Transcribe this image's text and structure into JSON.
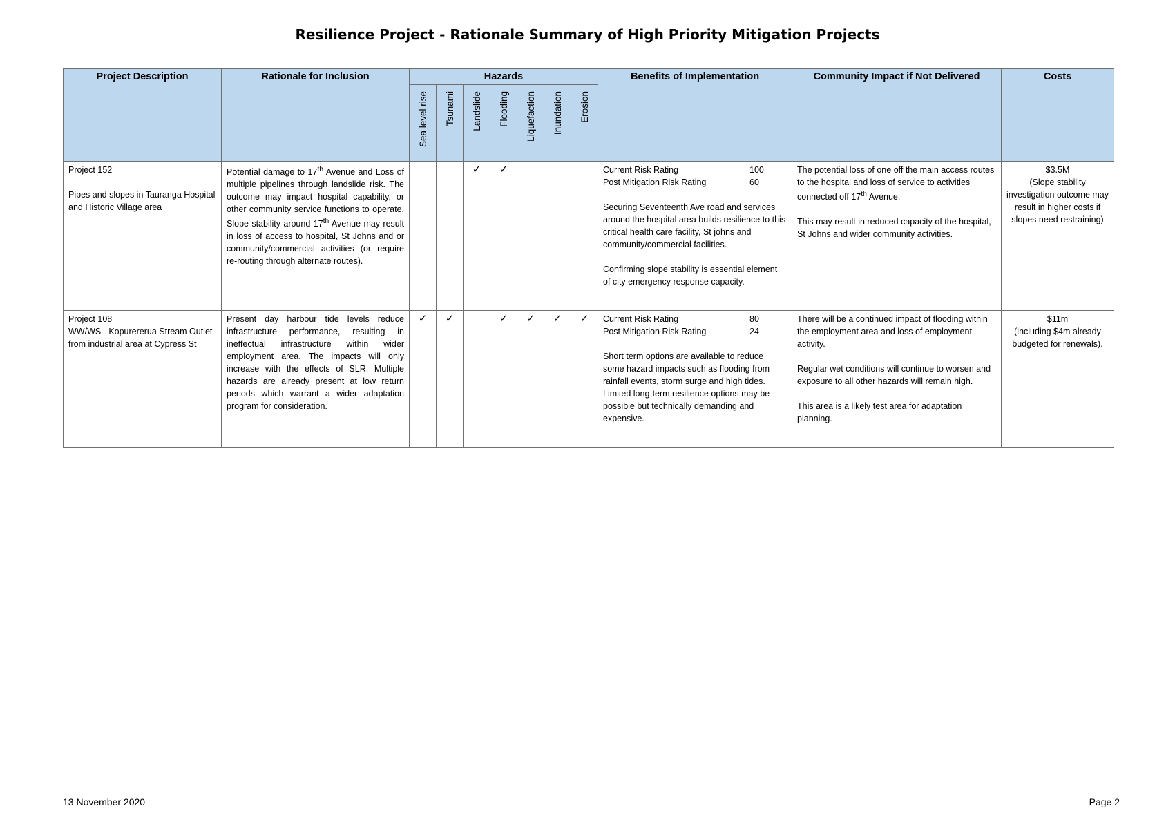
{
  "title": "Resilience Project - Rationale Summary of High Priority Mitigation Projects",
  "headers": {
    "project": "Project Description",
    "rationale": "Rationale for Inclusion",
    "hazards": "Hazards",
    "benefits": "Benefits of Implementation",
    "impact": "Community Impact if Not Delivered",
    "costs": "Costs"
  },
  "hazard_names": [
    "Sea level rise",
    "Tsunami",
    "Landslide",
    "Flooding",
    "Liquefaction",
    "Inundation",
    "Erosion"
  ],
  "check_mark": "✓",
  "rows": [
    {
      "project_line1": "Project 152",
      "project_line2": "Pipes and slopes in Tauranga Hospital and Historic Village area",
      "rationale": {
        "a": "Potential damage to 17",
        "a_sup": "th",
        "b": " Avenue and Loss of multiple pipelines through landslide risk. The outcome may impact hospital capability, or other community service functions to operate. Slope stability around 17",
        "b_sup": "th",
        "c": " Avenue may result in loss of access to hospital, St Johns and or community/commercial activities (or require re-routing through alternate routes)."
      },
      "hazards": [
        false,
        false,
        true,
        true,
        false,
        false,
        false
      ],
      "current_label": "Current Risk Rating",
      "current_value": "100",
      "post_label": "Post Mitigation Risk Rating",
      "post_value": "60",
      "benefit_p1": "Securing Seventeenth Ave road and services around the hospital area builds resilience to this critical health care facility, St johns and community/commercial facilities.",
      "benefit_p2": "Confirming slope stability is essential element of city emergency response capacity.",
      "impact": {
        "p1a": "The potential loss of one off the main access routes to the hospital and loss of service to activities connected off 17",
        "p1_sup": "th",
        "p1b": " Avenue.",
        "p2": "This may result in reduced capacity of the hospital, St Johns and wider community activities."
      },
      "cost_amount": "$3.5M",
      "cost_note": "(Slope stability investigation outcome may result in higher costs if slopes need restraining)"
    },
    {
      "project_line1": "Project 108",
      "project_line2": "WW/WS - Kopurererua Stream Outlet from industrial area at Cypress St",
      "rationale_text": "Present day harbour tide levels reduce infrastructure performance, resulting in ineffectual infrastructure within wider employment area.  The impacts will only increase with the effects of SLR. Multiple hazards are already present at low return periods which warrant a wider adaptation program for consideration.",
      "hazards": [
        true,
        true,
        false,
        true,
        true,
        true,
        true
      ],
      "current_label": "Current Risk Rating",
      "current_value": "80",
      "post_label": "Post Mitigation Risk Rating",
      "post_value": "24",
      "benefit_p1": "Short term options are available to reduce some hazard impacts such as flooding from rainfall events, storm surge and high tides. Limited long-term resilience options may be possible but technically demanding and expensive.",
      "impact_p1": "There will be a continued impact of flooding within the employment area and loss of employment activity.",
      "impact_p2": "Regular wet conditions will continue to worsen and exposure to all other hazards will remain high.",
      "impact_p3": "This area is a likely test area for adaptation planning.",
      "cost_amount": "$11m",
      "cost_note": "(including $4m already budgeted for renewals)."
    }
  ],
  "footer": {
    "date": "13 November 2020",
    "page": "Page 2"
  }
}
